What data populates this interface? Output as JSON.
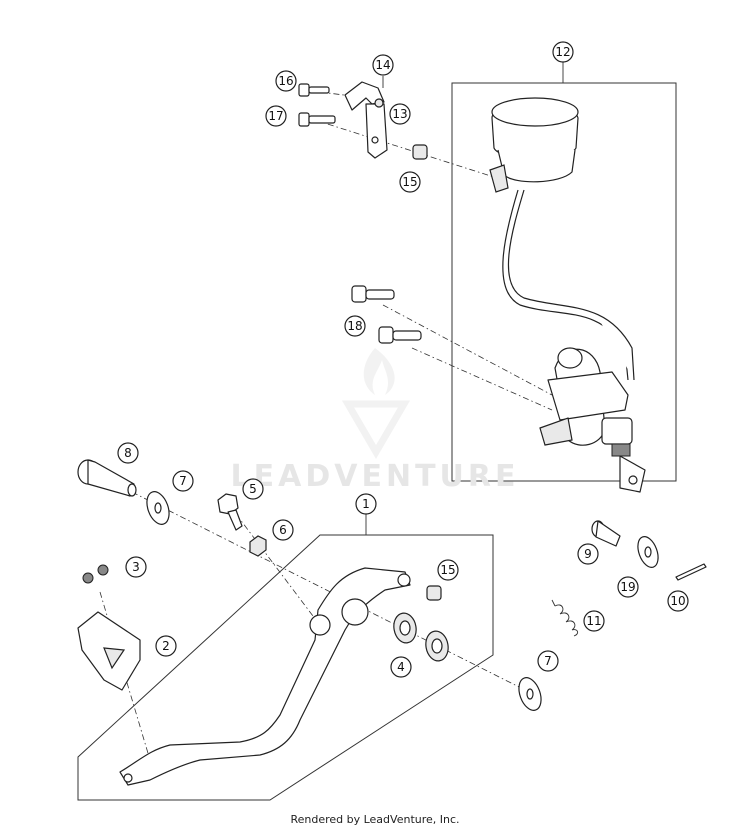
{
  "watermark": {
    "brand_text": "LEADVENTURE"
  },
  "footer": {
    "text": "Rendered by LeadVenture, Inc."
  },
  "callouts": {
    "c1": "1",
    "c2": "2",
    "c3": "3",
    "c4": "4",
    "c5": "5",
    "c6": "6",
    "c7a": "7",
    "c7b": "7",
    "c8": "8",
    "c9": "9",
    "c10": "10",
    "c11": "11",
    "c12": "12",
    "c13": "13",
    "c14": "14",
    "c15a": "15",
    "c15b": "15",
    "c16": "16",
    "c17": "17",
    "c18": "18",
    "c19": "19"
  }
}
